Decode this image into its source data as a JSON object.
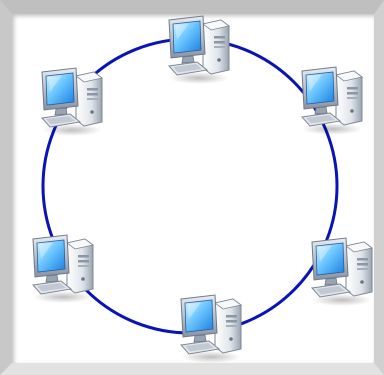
{
  "diagram": {
    "topology": "ring",
    "ring_color": "#0a14b4",
    "node_icon": "desktop-computer-icon",
    "nodes": [
      {
        "id": "computer-top"
      },
      {
        "id": "computer-upper-right"
      },
      {
        "id": "computer-lower-right"
      },
      {
        "id": "computer-bottom"
      },
      {
        "id": "computer-lower-left"
      },
      {
        "id": "computer-upper-left"
      }
    ],
    "colors": {
      "screen_light": "#c9f0ff",
      "screen_dark": "#1e86e6",
      "monitor_frame": "#8a96a6",
      "case_light": "#f2f4f7",
      "case_dark": "#9aa3b0",
      "keyboard": "#b7bec8"
    }
  }
}
